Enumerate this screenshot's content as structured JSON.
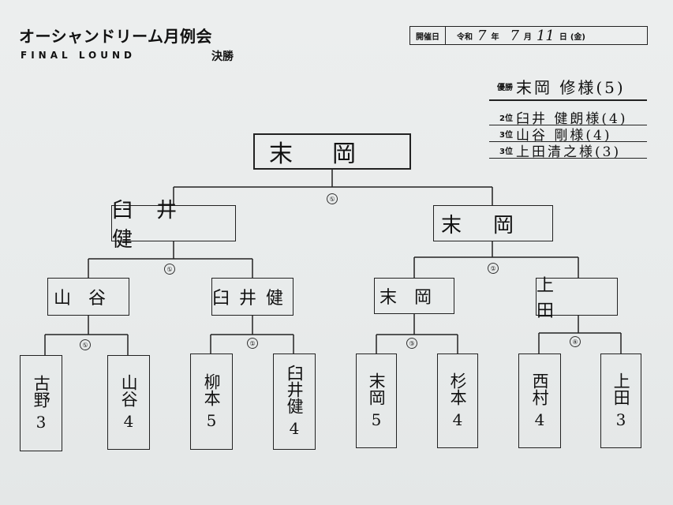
{
  "header": {
    "title": "オーシャンドリーム月例会",
    "subtitle": "FINAL LOUND",
    "final_label": "決勝"
  },
  "date": {
    "label": "開催日",
    "era": "令和",
    "year": "7",
    "year_unit": "年",
    "month": "7",
    "month_unit": "月",
    "day": "11",
    "day_unit": "日",
    "weekday": "(金)"
  },
  "results": [
    {
      "rank": "優勝",
      "name": "末岡 修様(5)"
    },
    {
      "rank": "2位",
      "name": "臼井 健朗様(4)"
    },
    {
      "rank": "3位",
      "name": "山谷 剛様(4)"
    },
    {
      "rank": "3位",
      "name": "上田清之様(3)"
    }
  ],
  "bracket": {
    "champion": "末岡",
    "final_match": "①",
    "semifinalists": [
      "臼井健",
      "末岡"
    ],
    "semi_matches": [
      "①",
      "②"
    ],
    "quarterfinalists": [
      "山谷",
      "臼井健",
      "末岡",
      "上田"
    ],
    "qf_matches": [
      "①",
      "②",
      "③",
      "④"
    ],
    "players": [
      {
        "name": "古野",
        "score": "3"
      },
      {
        "name": "山谷",
        "score": "4"
      },
      {
        "name": "柳本",
        "score": "5"
      },
      {
        "name": "臼井健",
        "score": "4"
      },
      {
        "name": "末岡",
        "score": "5"
      },
      {
        "name": "杉本",
        "score": "4"
      },
      {
        "name": "西村",
        "score": "4"
      },
      {
        "name": "上田",
        "score": "3"
      }
    ]
  }
}
